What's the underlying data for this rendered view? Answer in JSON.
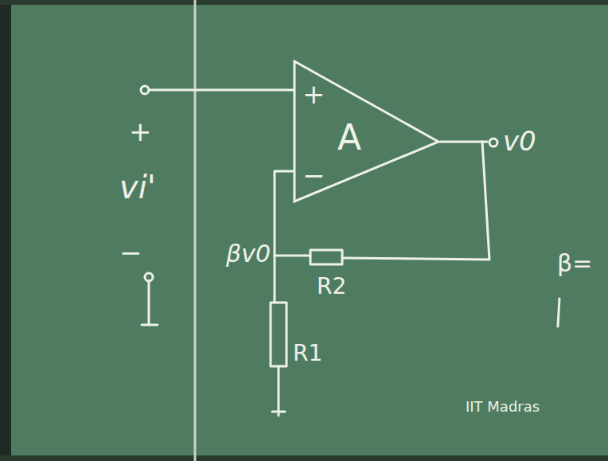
{
  "diagram": {
    "nodes": [
      {
        "text": [
          "+",
          "−",
          "A"
        ]
      }
    ],
    "labels": [
      "+",
      "vi'",
      "−",
      "v0",
      "βv0",
      "R2",
      "R1",
      "β=",
      "IIT Madras"
    ]
  }
}
